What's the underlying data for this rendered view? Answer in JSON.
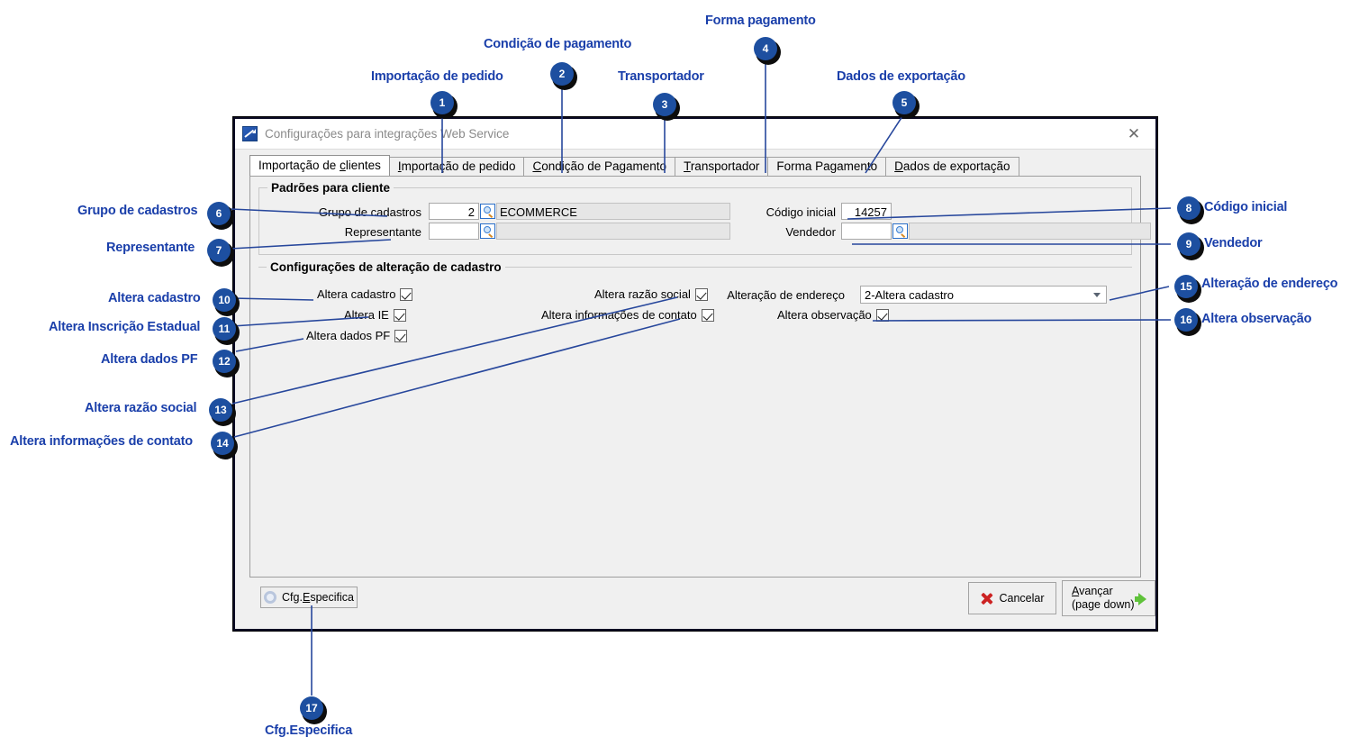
{
  "window": {
    "title": "Configurações para integrações Web Service",
    "app_icon": "app-chart-arrow-icon",
    "close_icon": "close-icon"
  },
  "tabs": [
    {
      "label": "Importação de clientes",
      "accel": "c",
      "active": true
    },
    {
      "label": "Importação de pedido",
      "accel": "I",
      "active": false
    },
    {
      "label": "Condição de Pagamento",
      "accel": "C",
      "active": false
    },
    {
      "label": "Transportador",
      "accel": "T",
      "active": false
    },
    {
      "label": "Forma Pagamento",
      "accel": "",
      "active": false
    },
    {
      "label": "Dados de exportação",
      "accel": "D",
      "active": false
    }
  ],
  "group_client_defaults": {
    "legend": "Padrões para cliente",
    "grupo_label": "Grupo de cadastros",
    "grupo_value": "2",
    "grupo_display": "ECOMMERCE",
    "representante_label": "Representante",
    "representante_value": "",
    "representante_display": "",
    "codigo_inicial_label": "Código inicial",
    "codigo_inicial_value": "14257",
    "vendedor_label": "Vendedor",
    "vendedor_value": "",
    "vendedor_display": "",
    "lookup_icon": "magnifier-icon"
  },
  "group_registration_changes": {
    "legend": "Configurações de alteração de cadastro",
    "checkboxes": [
      {
        "label": "Altera cadastro",
        "checked": true
      },
      {
        "label": "Altera IE",
        "checked": true
      },
      {
        "label": "Altera dados PF",
        "checked": true
      },
      {
        "label": "Altera razão social",
        "checked": true
      },
      {
        "label": "Altera informações de contato",
        "checked": true
      },
      {
        "label": "Altera observação",
        "checked": true
      }
    ],
    "address_change_label": "Alteração de endereço",
    "address_change_value": "2-Altera cadastro",
    "dropdown_icon": "chevron-down-icon"
  },
  "footer": {
    "cfg_especifica": "Cfg.Especifica",
    "cfg_especifica_accel": "E",
    "cfg_icon": "gear-icon",
    "cancelar": "Cancelar",
    "cancelar_icon": "red-x-icon",
    "avancar_line1": "Avançar",
    "avancar_accel": "A",
    "avancar_line2": "(page down)",
    "avancar_icon": "green-arrow-right-icon"
  },
  "annotations": {
    "accent": "#1a3faa",
    "badge_bg": "#1d4fa0",
    "items": [
      {
        "num": "1",
        "label": "Importação de pedido"
      },
      {
        "num": "2",
        "label": "Condição de pagamento"
      },
      {
        "num": "3",
        "label": "Transportador"
      },
      {
        "num": "4",
        "label": "Forma pagamento"
      },
      {
        "num": "5",
        "label": "Dados de exportação"
      },
      {
        "num": "6",
        "label": "Grupo de cadastros"
      },
      {
        "num": "7",
        "label": "Representante"
      },
      {
        "num": "8",
        "label": "Código inicial"
      },
      {
        "num": "9",
        "label": "Vendedor"
      },
      {
        "num": "10",
        "label": "Altera cadastro"
      },
      {
        "num": "11",
        "label": "Altera Inscrição Estadual"
      },
      {
        "num": "12",
        "label": "Altera dados PF"
      },
      {
        "num": "13",
        "label": "Altera razão social"
      },
      {
        "num": "14",
        "label": "Altera informações de contato"
      },
      {
        "num": "15",
        "label": "Alteração de endereço"
      },
      {
        "num": "16",
        "label": "Altera observação"
      },
      {
        "num": "17",
        "label": "Cfg.Especifica"
      }
    ]
  }
}
